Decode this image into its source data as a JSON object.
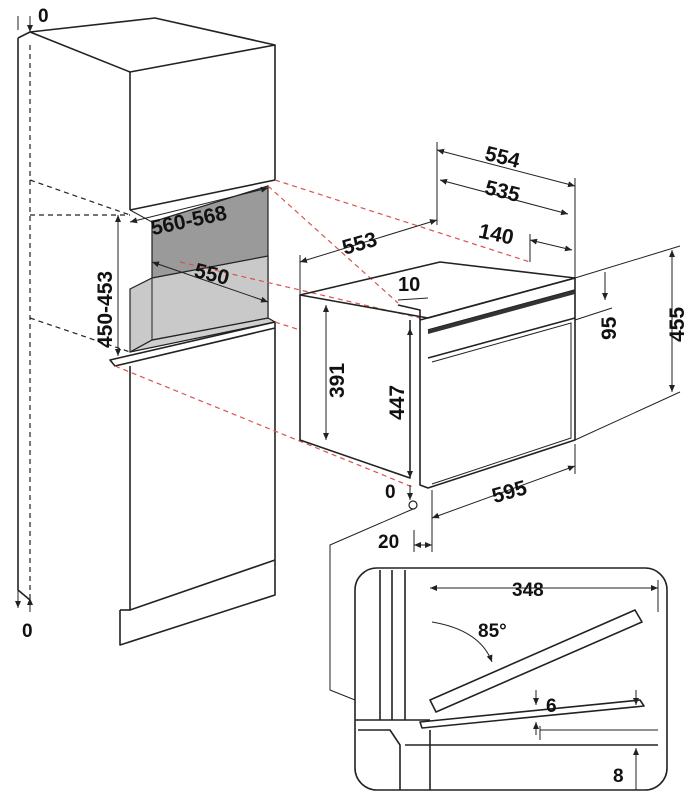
{
  "dimensions": {
    "cabinet_top_offset": "0",
    "cabinet_bottom_offset": "0",
    "niche_width": "560-568",
    "niche_depth": "550",
    "niche_height": "450-453",
    "oven_total_width": "554",
    "oven_body_width": "535",
    "oven_rear_offset": "140",
    "oven_depth": "553",
    "oven_top_step": "10",
    "oven_front_panel_height": "95",
    "oven_total_height": "455",
    "oven_side_height": "391",
    "oven_front_height": "447",
    "oven_front_width": "595",
    "oven_bottom_offset": "0",
    "oven_front_protrusion": "20"
  },
  "detail": {
    "door_length": "348",
    "door_angle": "85°",
    "gap_upper": "6",
    "gap_lower": "8"
  }
}
